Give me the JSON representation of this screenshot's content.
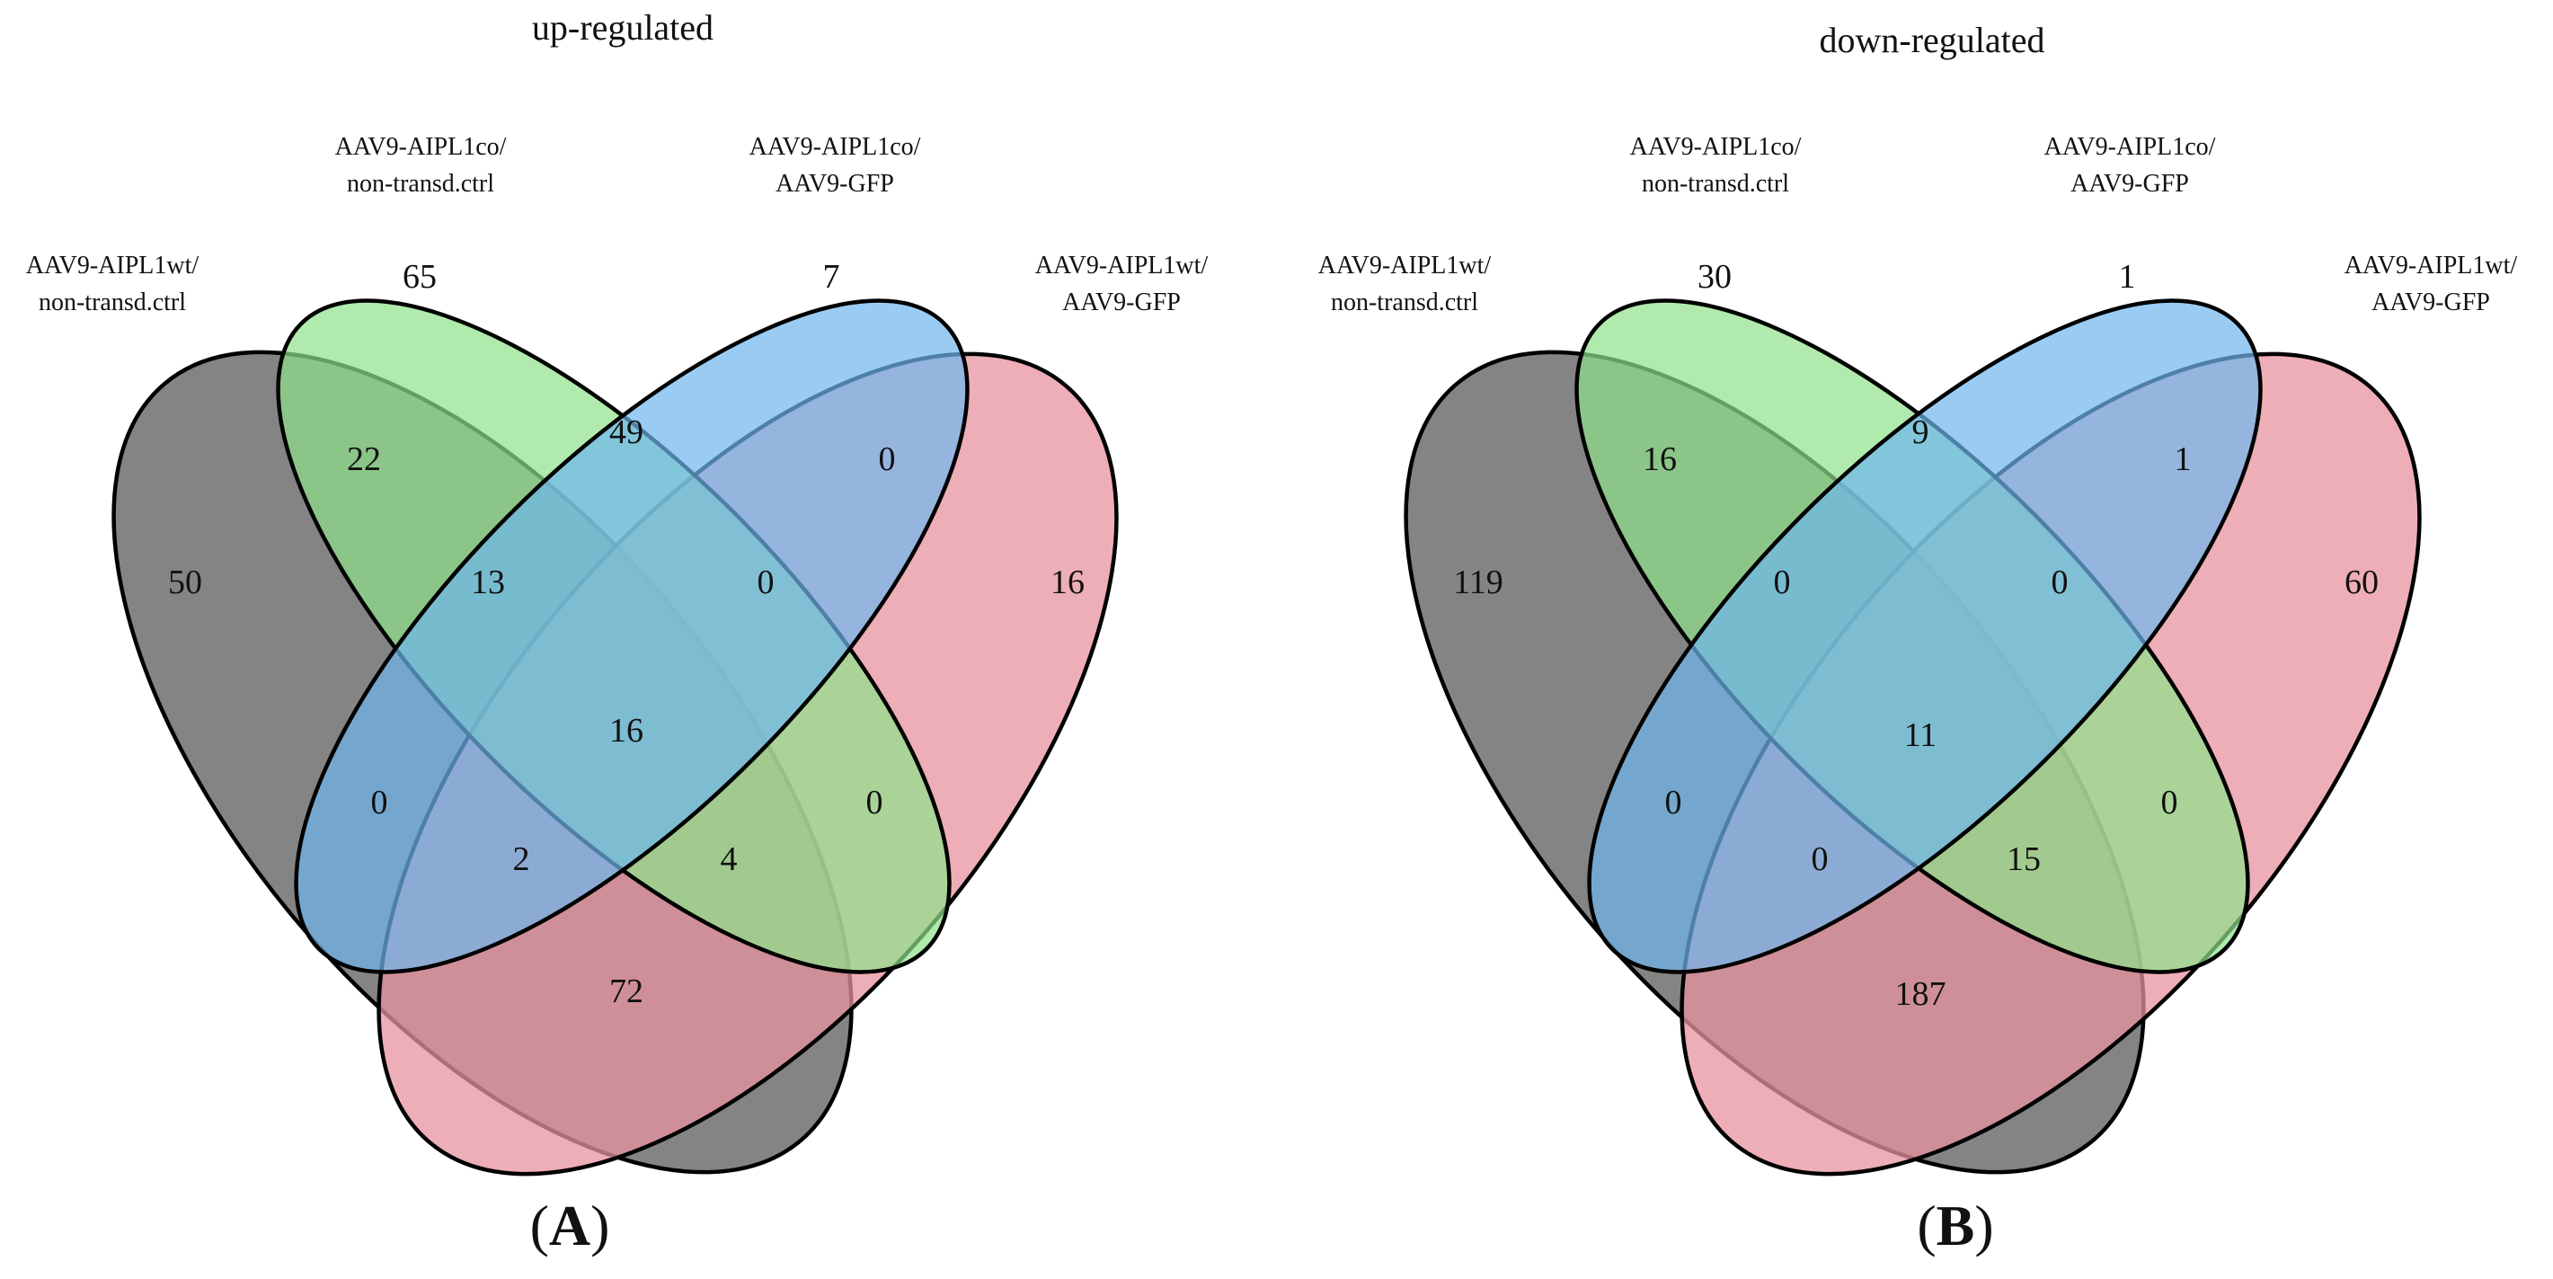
{
  "colors": {
    "set_wt_nontransd": "#6e6e6e",
    "set_co_nontransd": "#8ee28a",
    "set_co_gfp": "#6fb6ee",
    "set_wt_gfp": "#e8939f",
    "outline": "#000000"
  },
  "panels": [
    {
      "id": "A",
      "title": "up-regulated",
      "tag": {
        "open": "(",
        "letter": "A",
        "close": ")"
      },
      "sets": [
        {
          "line1": "AAV9-AIPL1wt/",
          "line2": "non-transd.ctrl"
        },
        {
          "line1": "AAV9-AIPL1co/",
          "line2": "non-transd.ctrl"
        },
        {
          "line1": "AAV9-AIPL1co/",
          "line2": "AAV9-GFP"
        },
        {
          "line1": "AAV9-AIPL1wt/",
          "line2": "AAV9-GFP"
        }
      ],
      "regions": {
        "wt_ntc_only": "50",
        "co_ntc_only": "65",
        "co_gfp_only": "7",
        "wt_gfp_only": "16",
        "wt_ntc__co_ntc": "22",
        "co_ntc__co_gfp": "49",
        "co_gfp__wt_gfp": "0",
        "wt_ntc__co_ntc__co_gfp": "13",
        "co_ntc__co_gfp__wt_gfp": "0",
        "all_four": "16",
        "wt_ntc__co_gfp": "0",
        "co_ntc__wt_gfp": "0",
        "wt_ntc__co_gfp__wt_gfp": "2",
        "wt_ntc__co_ntc__wt_gfp": "4",
        "wt_ntc__wt_gfp": "72"
      }
    },
    {
      "id": "B",
      "title": "down-regulated",
      "tag": {
        "open": "(",
        "letter": "B",
        "close": ")"
      },
      "sets": [
        {
          "line1": "AAV9-AIPL1wt/",
          "line2": "non-transd.ctrl"
        },
        {
          "line1": "AAV9-AIPL1co/",
          "line2": "non-transd.ctrl"
        },
        {
          "line1": "AAV9-AIPL1co/",
          "line2": "AAV9-GFP"
        },
        {
          "line1": "AAV9-AIPL1wt/",
          "line2": "AAV9-GFP"
        }
      ],
      "regions": {
        "wt_ntc_only": "119",
        "co_ntc_only": "30",
        "co_gfp_only": "1",
        "wt_gfp_only": "60",
        "wt_ntc__co_ntc": "16",
        "co_ntc__co_gfp": "9",
        "co_gfp__wt_gfp": "1",
        "wt_ntc__co_ntc__co_gfp": "0",
        "co_ntc__co_gfp__wt_gfp": "0",
        "all_four": "11",
        "wt_ntc__co_gfp": "0",
        "co_ntc__wt_gfp": "0",
        "wt_ntc__co_gfp__wt_gfp": "0",
        "wt_ntc__co_ntc__wt_gfp": "15",
        "wt_ntc__wt_gfp": "187"
      }
    }
  ]
}
